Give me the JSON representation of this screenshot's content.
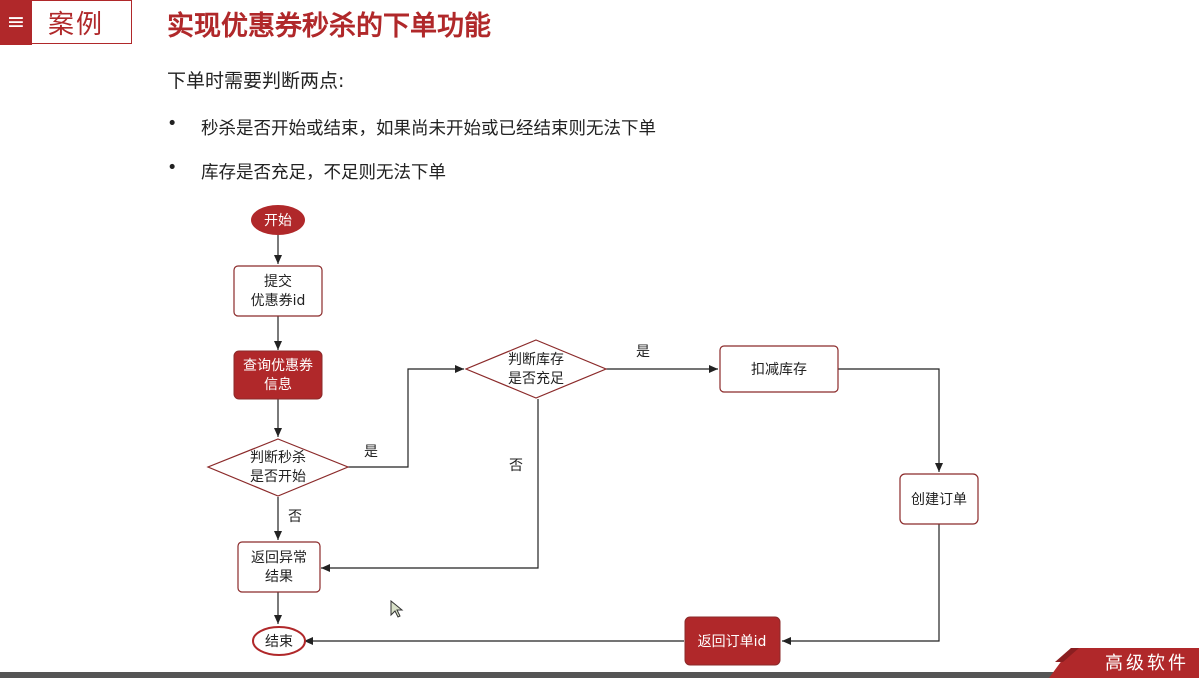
{
  "header": {
    "tag_label": "案例",
    "title": "实现优惠券秒杀的下单功能"
  },
  "intro": "下单时需要判断两点:",
  "bullets": [
    "秒杀是否开始或结束，如果尚未开始或已经结束则无法下单",
    "库存是否充足，不足则无法下单"
  ],
  "flowchart": {
    "nodes": {
      "start": "开始",
      "submit_l1": "提交",
      "submit_l2": "优惠券id",
      "query_l1": "查询优惠券",
      "query_l2": "信息",
      "judge_time_l1": "判断秒杀",
      "judge_time_l2": "是否开始",
      "error_l1": "返回异常",
      "error_l2": "结果",
      "end": "结束",
      "judge_stock_l1": "判断库存",
      "judge_stock_l2": "是否充足",
      "deduct": "扣减库存",
      "create_order": "创建订单",
      "return_id": "返回订单id"
    },
    "edge_labels": {
      "time_yes": "是",
      "time_no": "否",
      "stock_yes": "是",
      "stock_no": "否"
    }
  },
  "footer": {
    "logo_text": "高级软件"
  },
  "colors": {
    "accent": "#b0282a",
    "node_border": "#8b2a2a",
    "line": "#222222"
  }
}
